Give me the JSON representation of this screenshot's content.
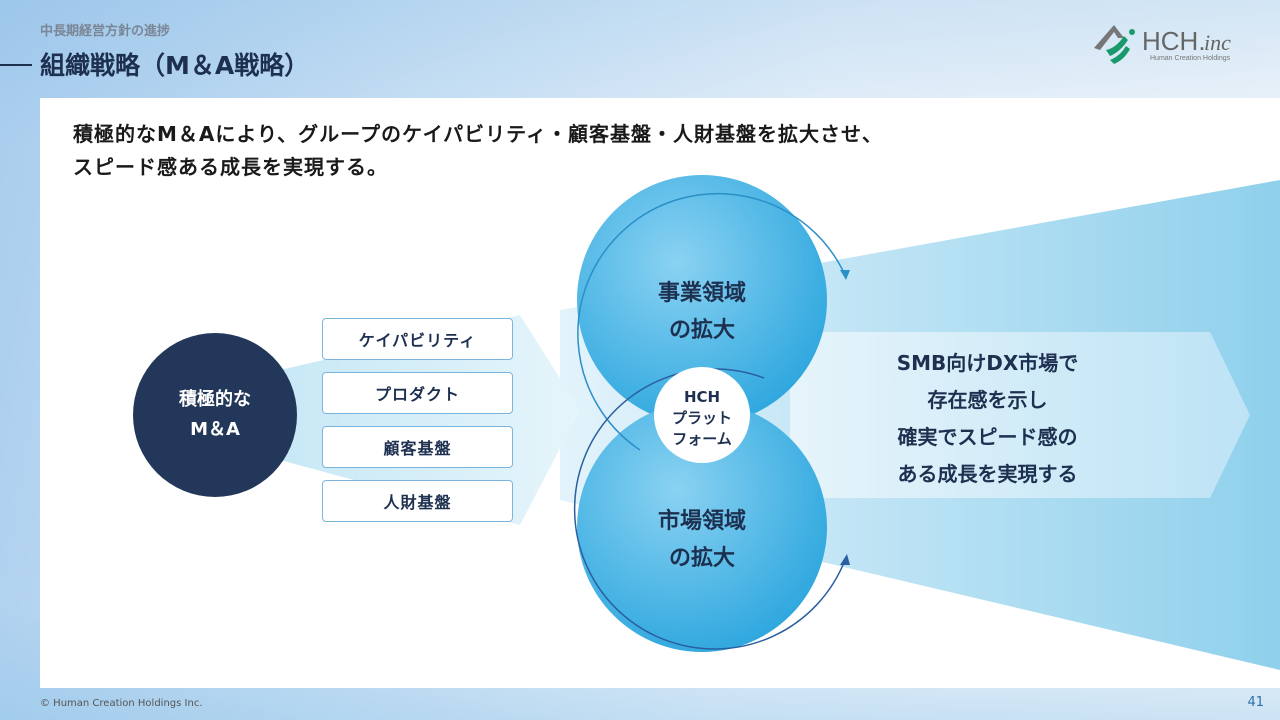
{
  "header": {
    "subtitle": "中長期経営方針の進捗",
    "title": "組織戦略（M＆A戦略）"
  },
  "logo": {
    "name": "HCH.inc",
    "tagline": "Human Creation Holdings"
  },
  "lead": {
    "line1": "積極的なM＆Aにより、グループのケイパビリティ・顧客基盤・人財基盤を拡大させ、",
    "line2": "スピード感ある成長を実現する。"
  },
  "diagram": {
    "source": {
      "line1": "積極的な",
      "line2": "M＆A"
    },
    "items": [
      "ケイパビリティ",
      "プロダクト",
      "顧客基盤",
      "人財基盤"
    ],
    "top_circle": {
      "line1": "事業領域",
      "line2": "の拡大"
    },
    "bottom_circle": {
      "line1": "市場領域",
      "line2": "の拡大"
    },
    "center": {
      "line1": "HCH",
      "line2": "プラット",
      "line3": "フォーム"
    },
    "result": {
      "line1": "SMB向けDX市場で",
      "line2": "存在感を示し",
      "line3": "確実でスピード感の",
      "line4": "ある成長を実現する"
    }
  },
  "colors": {
    "navy": "#23375a",
    "accent": "#2aa3dc"
  },
  "footer": {
    "copyright": "© Human Creation Holdings Inc.",
    "page": "41"
  }
}
